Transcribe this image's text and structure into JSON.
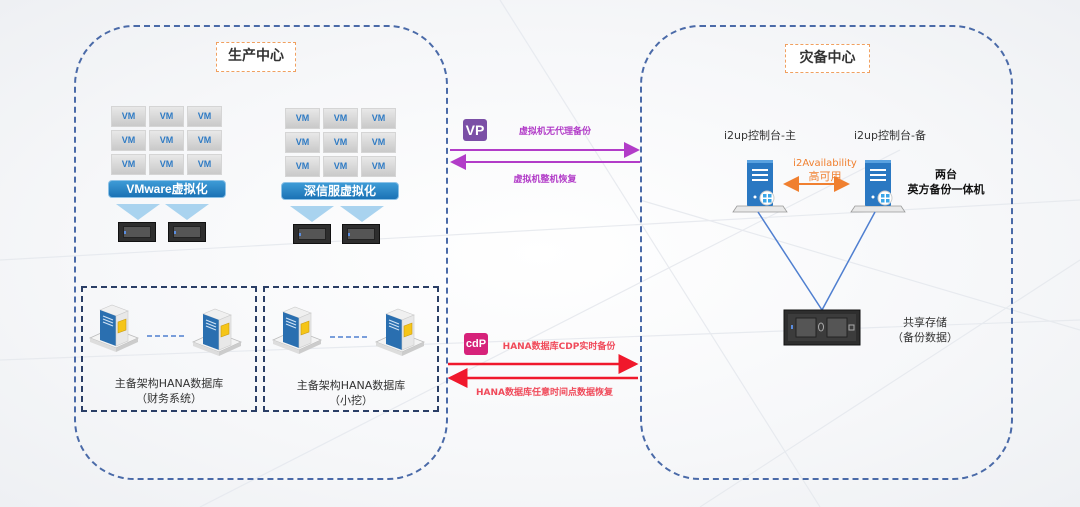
{
  "production_center": {
    "title": "生产中心",
    "clusters": [
      {
        "platform_label": "VMware虚拟化",
        "vm_tiles": [
          "VM",
          "VM",
          "VM",
          "VM",
          "VM",
          "VM",
          "VM",
          "VM",
          "VM"
        ],
        "host_count": 2
      },
      {
        "platform_label": "深信服虚拟化",
        "vm_tiles": [
          "VM",
          "VM",
          "VM",
          "VM",
          "VM",
          "VM",
          "VM",
          "VM",
          "VM"
        ],
        "host_count": 2
      }
    ],
    "databases": [
      {
        "line1": "主备架构HANA数据库",
        "line2": "（财务系统）"
      },
      {
        "line1": "主备架构HANA数据库",
        "line2": "（小挖）"
      }
    ]
  },
  "links": {
    "vp": {
      "badge": "VP",
      "badge_color": "#7b4fa6",
      "color": "#b23cc8",
      "forward_label": "虚拟机无代理备份",
      "backward_label": "虚拟机整机恢复"
    },
    "cdp": {
      "badge": "cdP",
      "badge_color": "#d6227a",
      "color": "#f0182c",
      "label_color": "#f04a5a",
      "forward_label": "HANA数据库CDP实时备份",
      "backward_label": "HANA数据库任意时间点数据恢复"
    }
  },
  "disaster_center": {
    "title": "灾备中心",
    "console_primary": "i2up控制台-主",
    "console_backup": "i2up控制台-备",
    "ha_label_en": "i2Availability",
    "ha_label_cn": "高可用",
    "ha_color": "#f08030",
    "appliance_line1": "两台",
    "appliance_line2": "英方备份一体机",
    "storage_line1": "共享存储",
    "storage_line2": "（备份数据）"
  },
  "colors": {
    "zone_border": "#4a6aa8",
    "title_border": "#f0a060",
    "server_blue": "#2a78c2",
    "connector": "#4f7fd0"
  }
}
